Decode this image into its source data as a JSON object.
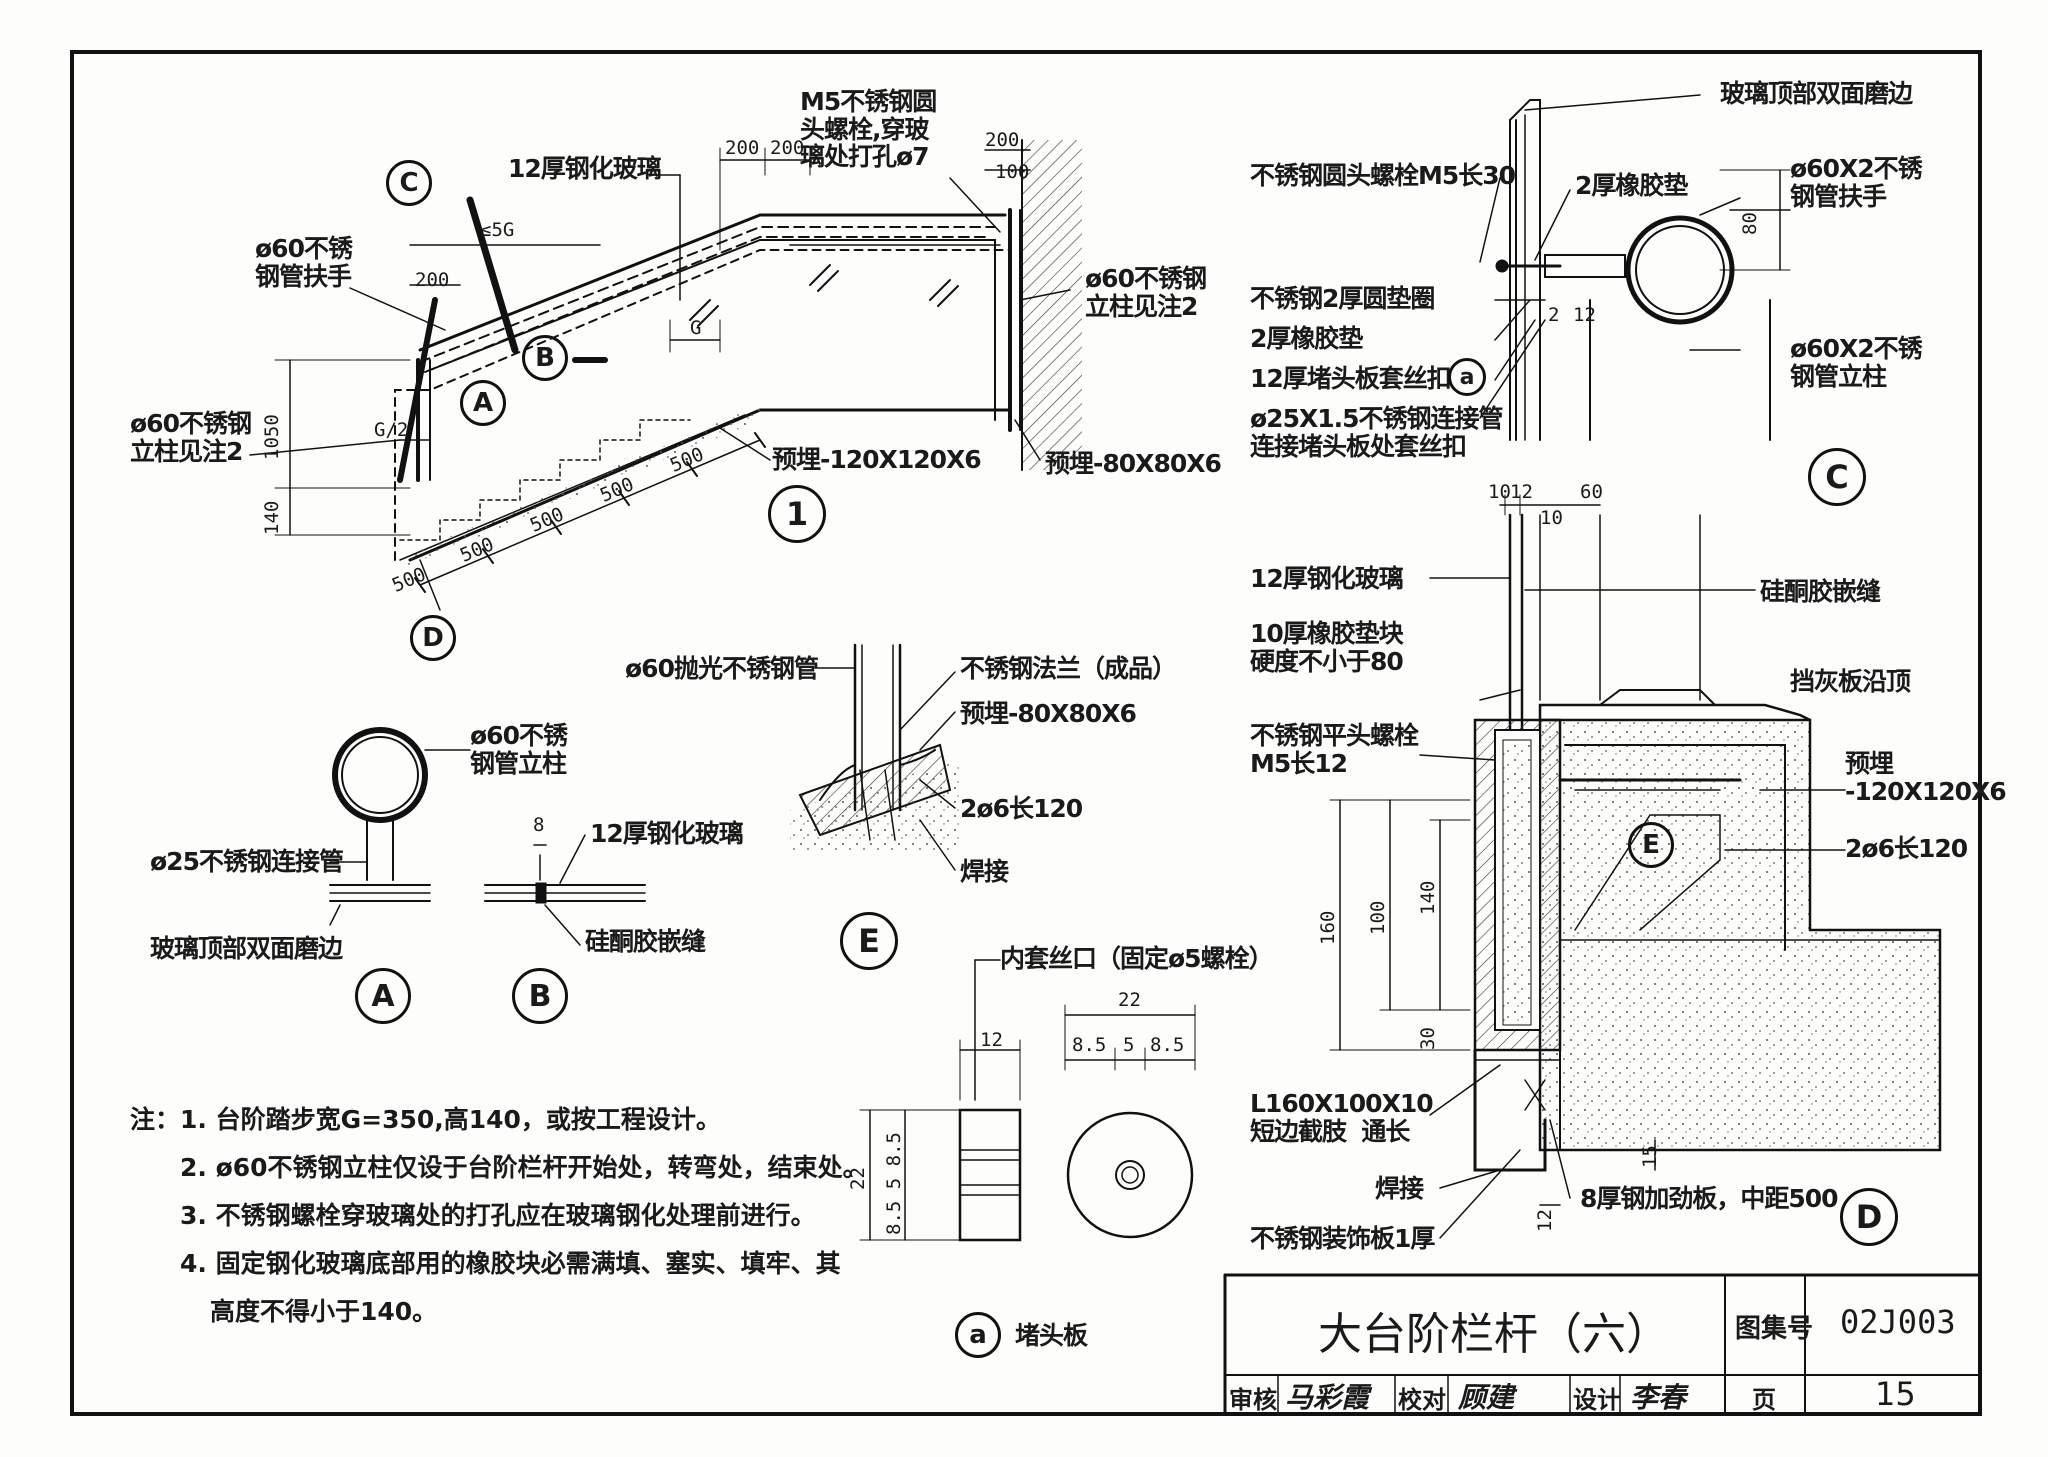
{
  "main_view": {
    "labels": {
      "glass": "12厚钢化玻璃",
      "handrail": "ø60不锈\n钢管扶手",
      "post_left": "ø60不锈钢\n立柱见注2",
      "post_right": "ø60不锈钢\n立柱见注2",
      "bolt": "M5不锈钢圆\n头螺栓,穿玻\n璃处打孔ø7",
      "embed_stair": "预埋-120X120X6",
      "embed_wall": "预埋-80X80X6",
      "height": "1050",
      "step_h": "140",
      "gap": "G/2",
      "step_g": "G",
      "dim_56": "≤5G",
      "dim_200a": "200",
      "dim_200b": "200",
      "dim_200c": "200",
      "dim_200d": "200",
      "dim_100": "100",
      "spacings": [
        "500",
        "500",
        "500",
        "500",
        "500"
      ],
      "view_no": "1"
    },
    "callouts": {
      "A": "A",
      "B": "B",
      "C": "C",
      "D": "D"
    }
  },
  "detail_c": {
    "labels": {
      "top_edge": "玻璃顶部双面磨边",
      "bolt": "不锈钢圆头螺栓M5长30",
      "rubber1": "2厚橡胶垫",
      "washer": "不锈钢2厚圆垫圈",
      "rubber2": "2厚橡胶垫",
      "plug": "12厚堵头板套丝扣",
      "tube": "ø25X1.5不锈钢连接管\n连接堵头板处套丝扣",
      "handrail": "ø60X2不锈\n钢管扶手",
      "post": "ø60X2不锈\n钢管立柱",
      "dim_80": "80",
      "dim_2": "2",
      "dim_12": "12",
      "callout_a": "a",
      "view_no": "C"
    }
  },
  "detail_d": {
    "labels": {
      "glass": "12厚钢化玻璃",
      "sealant": "硅酮胶嵌缝",
      "rubber": "10厚橡胶垫块\n硬度不小于80",
      "ledge": "挡灰板沿顶",
      "bolt": "不锈钢平头螺栓\nM5长12",
      "embed": "预埋\n-120X120X6",
      "bars": "2ø6长120",
      "angle": "L160X100X10\n短边截肢  通长",
      "weld": "焊接",
      "stiffener": "8厚钢加劲板，中距500",
      "cover": "不锈钢装饰板1厚",
      "dims_top": [
        "10",
        "12",
        "60",
        "10"
      ],
      "dim_160": "160",
      "dim_100": "100",
      "dim_140": "140",
      "dim_30": "30",
      "dim_15": "15",
      "dim_12": "12",
      "callout_e": "E",
      "view_no": "D"
    }
  },
  "detail_a": {
    "post": "ø60不锈\n钢管立柱",
    "tube": "ø25不锈钢连接管",
    "edge": "玻璃顶部双面磨边",
    "view_no": "A"
  },
  "detail_b": {
    "glass": "12厚钢化玻璃",
    "sealant": "硅酮胶嵌缝",
    "dim_8": "8",
    "view_no": "B"
  },
  "detail_e": {
    "pipe": "ø60抛光不锈钢管",
    "flange": "不锈钢法兰（成品）",
    "embed": "预埋-80X80X6",
    "bars": "2ø6长120",
    "weld": "焊接",
    "view_no": "E"
  },
  "detail_a_plug": {
    "thread": "内套丝口（固定ø5螺栓）",
    "dim_22a": "22",
    "dim_22b": "22",
    "dim_12": "12",
    "dim_85a": "8.5",
    "dim_5": "5",
    "dim_85b": "8.5",
    "side_dims": "8.5 5 8.5",
    "caption": "堵头板",
    "view_no": "a"
  },
  "notes": {
    "prefix": "注：",
    "items": [
      "1. 台阶踏步宽G=350,高140，或按工程设计。",
      "2. ø60不锈钢立柱仅设于台阶栏杆开始处，转弯处，结束处。",
      "3. 不锈钢螺栓穿玻璃处的打孔应在玻璃钢化处理前进行。",
      "4. 固定钢化玻璃底部用的橡胶块必需满填、塞实、填牢、其",
      "高度不得小于140。"
    ]
  },
  "title_block": {
    "title": "大台阶栏杆（六）",
    "atlas_label": "图集号",
    "atlas_no": "02J003",
    "review_label": "审核",
    "review_sig": "马彩霞",
    "check_label": "校对",
    "check_sig": "顾建",
    "design_label": "设计",
    "design_sig": "李春",
    "page_label": "页",
    "page_no": "15"
  }
}
